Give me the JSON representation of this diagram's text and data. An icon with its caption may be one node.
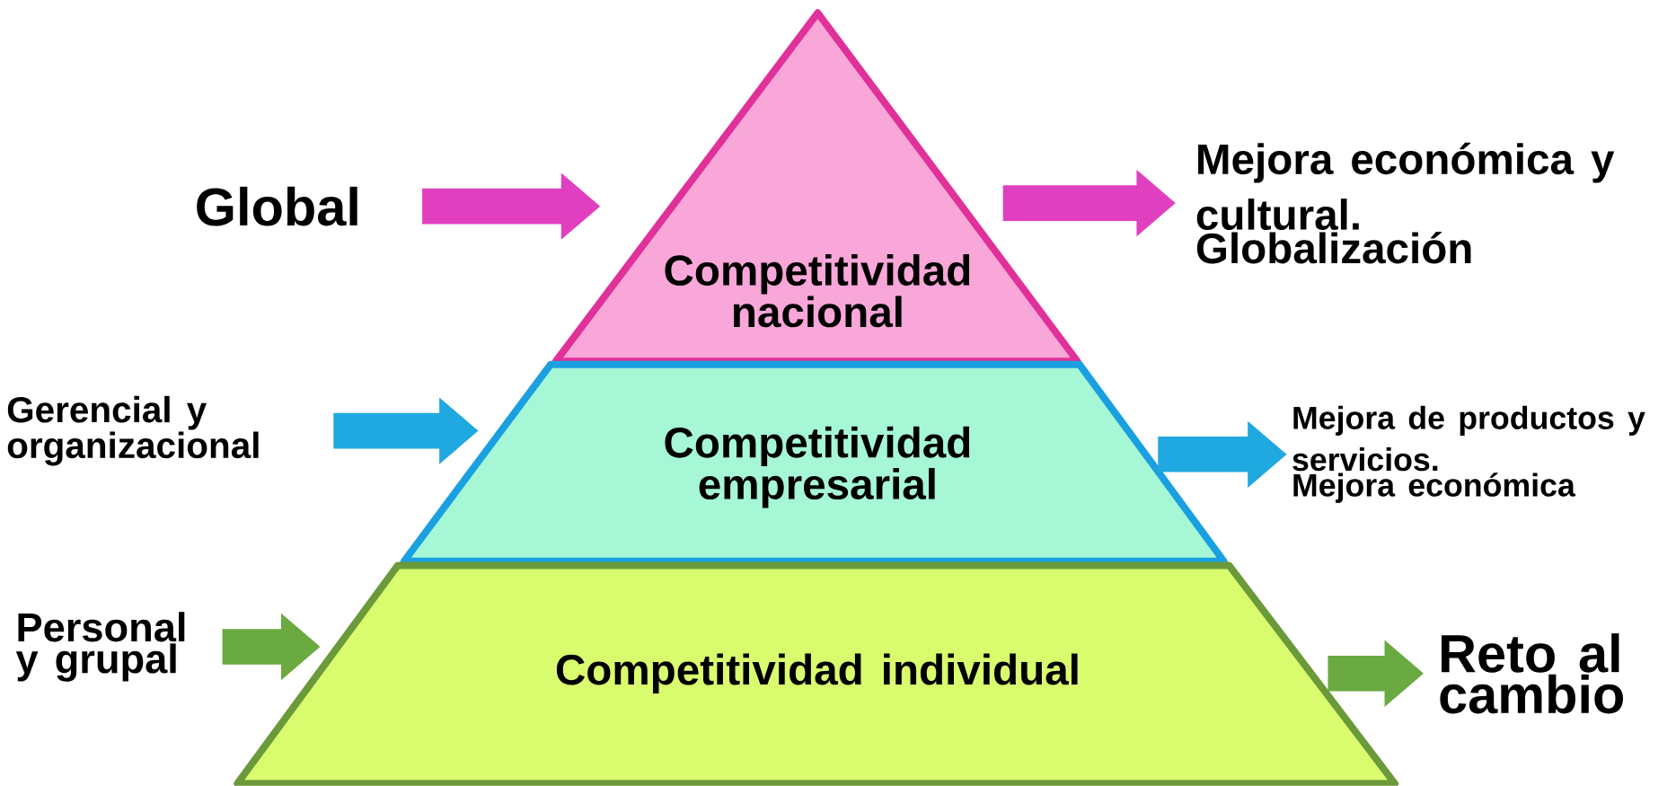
{
  "diagram": {
    "nodes": [
      {
        "text": [
          "Global"
        ]
      },
      {
        "text": [
          "Competitividad nacional"
        ]
      },
      {
        "text": [
          "Mejora económica y cultural.",
          "Globalización"
        ]
      },
      {
        "text": [
          "Gerencial y organizacional"
        ]
      },
      {
        "text": [
          "Competitividad empresarial"
        ]
      },
      {
        "text": [
          "Mejora de productos y servicios.",
          "Mejora económica"
        ]
      },
      {
        "text": [
          "Personal y grupal"
        ]
      },
      {
        "text": [
          "Competitividad individual"
        ]
      },
      {
        "text": [
          "Reto al cambio"
        ]
      }
    ],
    "edges": [
      {
        "from": 0,
        "to": 1,
        "arrow": "to",
        "color": "#e040c0"
      },
      {
        "from": 1,
        "to": 2,
        "arrow": "to",
        "color": "#e040c0"
      },
      {
        "from": 3,
        "to": 4,
        "arrow": "to",
        "color": "#20a8e0"
      },
      {
        "from": 4,
        "to": 5,
        "arrow": "to",
        "color": "#20a8e0"
      },
      {
        "from": 6,
        "to": 7,
        "arrow": "to",
        "color": "#6aaa40"
      },
      {
        "from": 7,
        "to": 8,
        "arrow": "to",
        "color": "#6aaa40"
      }
    ]
  }
}
